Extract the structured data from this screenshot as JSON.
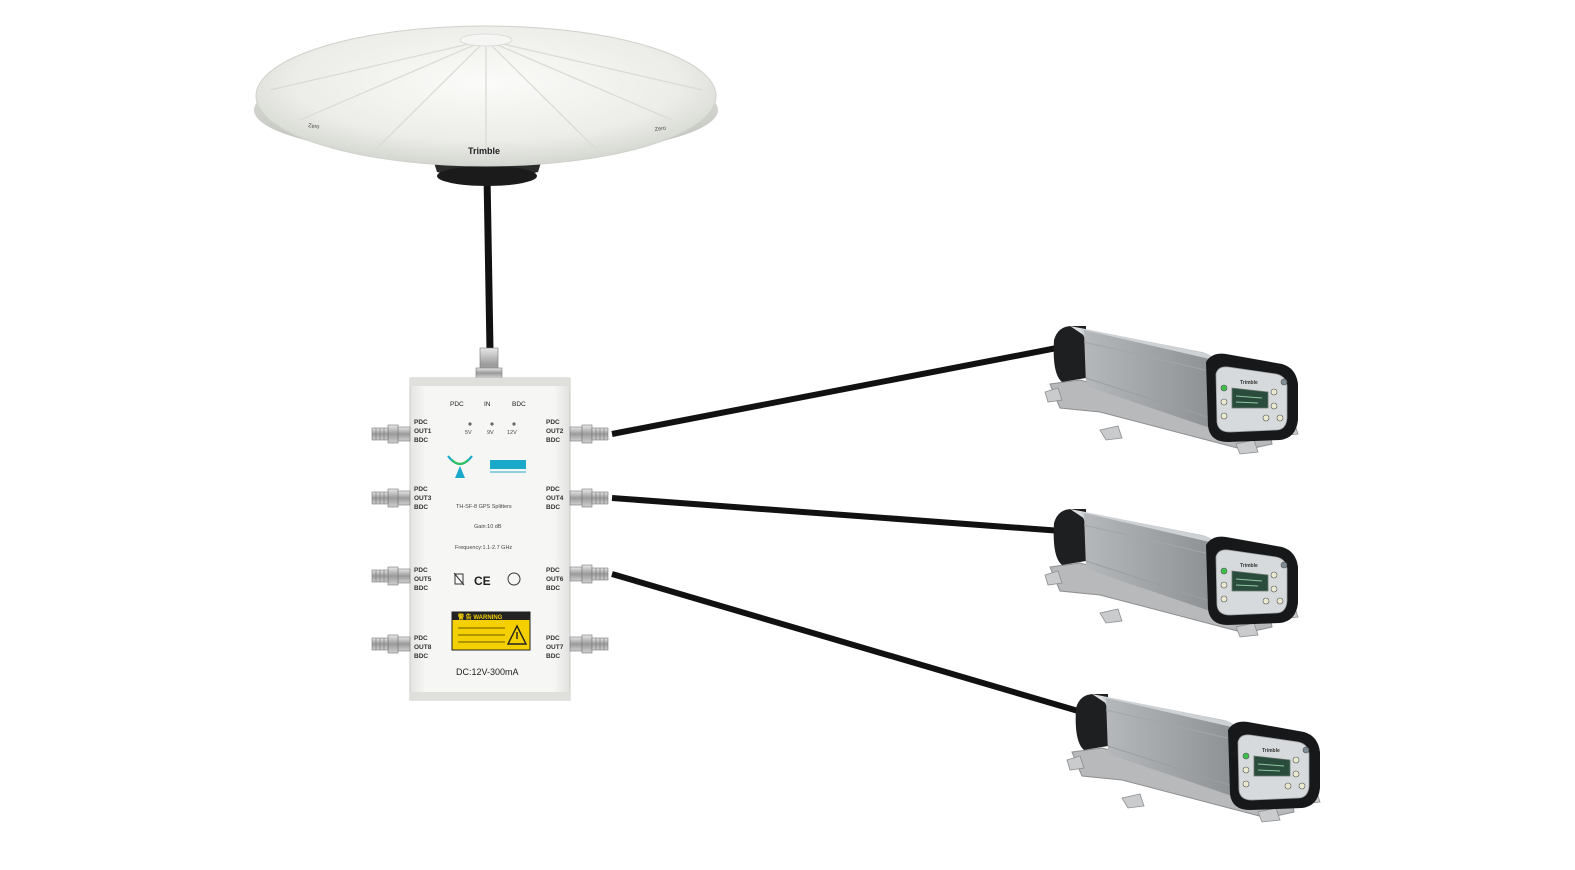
{
  "antenna": {
    "brand": "Trimble",
    "rim_left": "Zero",
    "rim_right": "Zero"
  },
  "splitter": {
    "top_labels": {
      "left": "PDC",
      "center": "IN",
      "right": "BDC"
    },
    "voltage_labels": [
      "5V",
      "9V",
      "12V"
    ],
    "left_ports": [
      [
        "PDC",
        "OUT1",
        "BDC"
      ],
      [
        "PDC",
        "OUT3",
        "BDC"
      ],
      [
        "PDC",
        "OUT5",
        "BDC"
      ],
      [
        "PDC",
        "OUT8",
        "BDC"
      ]
    ],
    "right_ports": [
      [
        "PDC",
        "OUT2",
        "BDC"
      ],
      [
        "PDC",
        "OUT4",
        "BDC"
      ],
      [
        "PDC",
        "OUT6",
        "BDC"
      ],
      [
        "PDC",
        "OUT7",
        "BDC"
      ]
    ],
    "model": "TH-SF-8 GPS Splitters",
    "gain": "Gain:10 dB",
    "frequency": "Frequency:1.1-2.7 GHz",
    "cert_ce": "CE",
    "warning_title": "警 告 WARNING",
    "dc_rating": "DC:12V-300mA",
    "colors": {
      "body": "#f3f4f2",
      "warning": "#f5d000",
      "logo": "#1aa9c9"
    }
  },
  "receivers": [
    {
      "brand": "Trimble"
    },
    {
      "brand": "Trimble"
    },
    {
      "brand": "Trimble"
    }
  ],
  "colors": {
    "cable": "#111111",
    "antenna": "#e9eae5",
    "receiver_case": "#cfd2d4"
  }
}
